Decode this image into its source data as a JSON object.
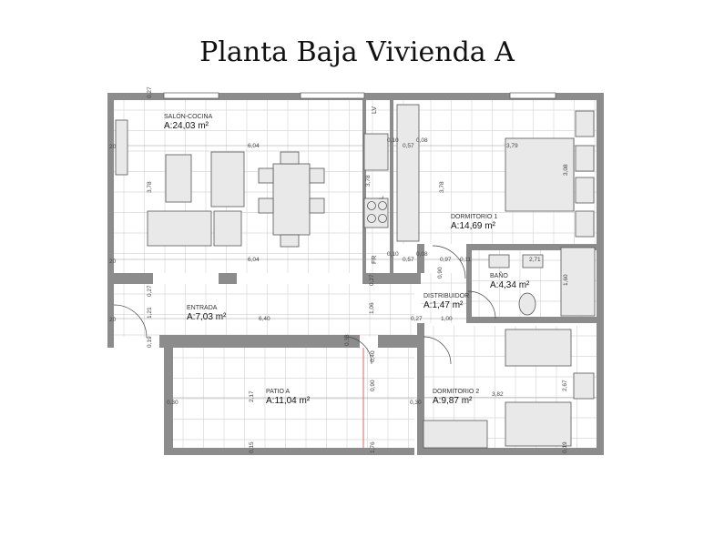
{
  "title": "Planta Baja Vivienda A",
  "rooms": [
    {
      "name": "SALÓN-COCINA",
      "area": "A:24,03 m²"
    },
    {
      "name": "DORMITORIO 1",
      "area": "A:14,69 m²"
    },
    {
      "name": "BAÑO",
      "area": "A:4,34 m²"
    },
    {
      "name": "DISTRIBUIDOR",
      "area": "A:1,47 m²"
    },
    {
      "name": "ENTRADA",
      "area": "A:7,03 m²"
    },
    {
      "name": "PATIO A",
      "area": "A:11,04 m²"
    },
    {
      "name": "DORMITORIO 2",
      "area": "A:9,87 m²"
    }
  ],
  "kitchen_labels": [
    "LV",
    "L",
    "FR"
  ],
  "dimensions": [
    "0,27",
    "3,78",
    "6,04",
    "6,04",
    "0,10",
    "0,57",
    "0,08",
    "0,10",
    "0,57",
    "0,08",
    "0,97",
    "0,11",
    "3,78",
    "3,79",
    "3,08",
    "2,71",
    "1,60",
    "0,27",
    "0,27",
    "0,90",
    "1,06",
    "1,21",
    "6,40",
    "0,27",
    "1,00",
    "0,19",
    "0,33",
    "0,40",
    "0,90",
    "2,17",
    "0,30",
    "0,30",
    "3,82",
    "2,67",
    "0,15",
    "1,76",
    "0,19",
    "20",
    "20",
    "20",
    "3,78"
  ],
  "colors": {
    "wall": "#8c8c8c",
    "grid": "#d9d9d9",
    "axis_line": "#d04040"
  }
}
